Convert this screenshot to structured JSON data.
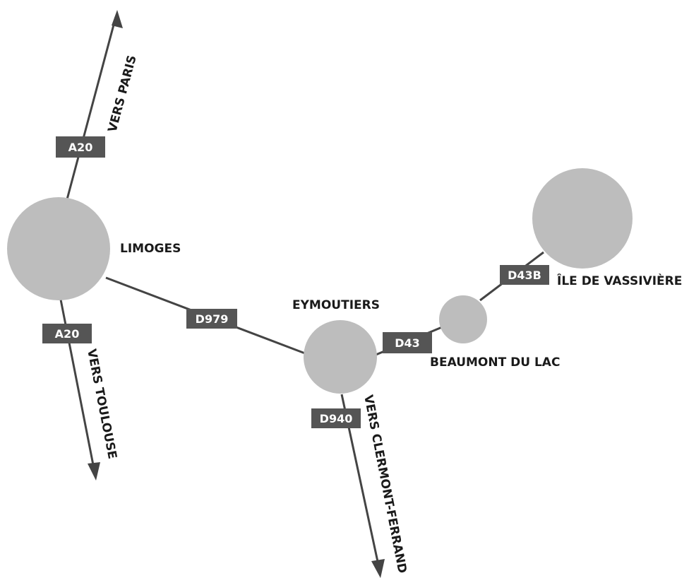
{
  "colors": {
    "road": "#444444",
    "city": "#bdbdbd",
    "badge": "#555555",
    "badge_text": "#ffffff",
    "label": "#1a1a1a"
  },
  "cities": {
    "limoges": "LIMOGES",
    "eymoutiers": "EYMOUTIERS",
    "beaumont": "BEAUMONT DU LAC",
    "vassiviere": "ÎLE DE VASSIVIÈRE"
  },
  "roads": {
    "a20_north": "A20",
    "a20_south": "A20",
    "d979": "D979",
    "d43": "D43",
    "d43b": "D43B",
    "d940": "D940"
  },
  "directions": {
    "paris": "VERS PARIS",
    "toulouse": "VERS TOULOUSE",
    "clermont": "VERS CLERMONT-FERRAND"
  }
}
